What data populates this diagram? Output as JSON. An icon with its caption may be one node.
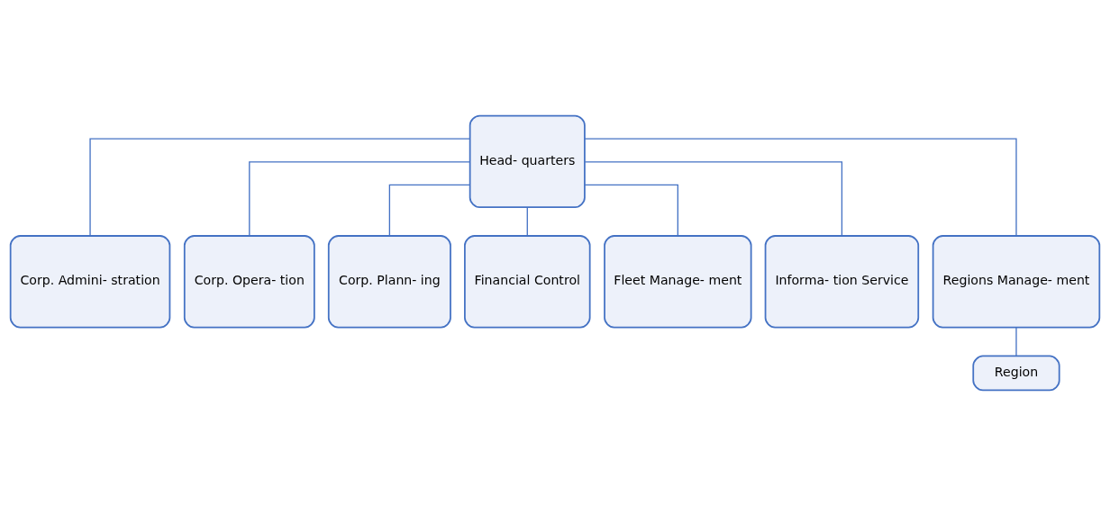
{
  "diagram": {
    "nodes": [
      {
        "text": [
          "Head- quarters"
        ]
      },
      {
        "text": [
          "Corp. Admini- stration"
        ]
      },
      {
        "text": [
          "Corp. Opera- tion"
        ]
      },
      {
        "text": [
          "Corp. Plann- ing"
        ]
      },
      {
        "text": [
          "Financial Control"
        ]
      },
      {
        "text": [
          "Fleet Manage- ment"
        ]
      },
      {
        "text": [
          "Informa- tion Service"
        ]
      },
      {
        "text": [
          "Regions Manage- ment"
        ]
      },
      {
        "text": [
          "Region"
        ]
      }
    ],
    "edges": [
      {
        "from": 0,
        "to": 1,
        "arrow": "none"
      },
      {
        "from": 0,
        "to": 2,
        "arrow": "none"
      },
      {
        "from": 0,
        "to": 3,
        "arrow": "none"
      },
      {
        "from": 0,
        "to": 4,
        "arrow": "none"
      },
      {
        "from": 0,
        "to": 5,
        "arrow": "none"
      },
      {
        "from": 0,
        "to": 6,
        "arrow": "none"
      },
      {
        "from": 0,
        "to": 7,
        "arrow": "none"
      },
      {
        "from": 7,
        "to": 8,
        "arrow": "none"
      }
    ]
  }
}
